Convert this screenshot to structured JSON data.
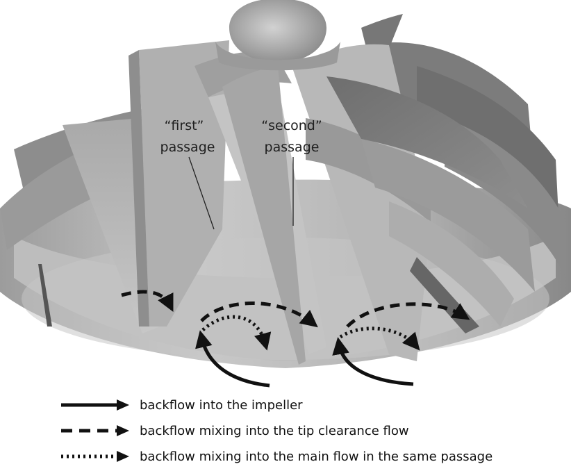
{
  "labels": {
    "first_line1": "“first”",
    "first_line2": "passage",
    "second_line1": "“second”",
    "second_line2": "passage"
  },
  "legend": [
    {
      "style": "solid",
      "text": "backflow into the impeller"
    },
    {
      "style": "dashed",
      "text": "backflow mixing into the tip clearance flow"
    },
    {
      "style": "dotted",
      "text": "backflow mixing into the main flow in the same passage"
    }
  ]
}
